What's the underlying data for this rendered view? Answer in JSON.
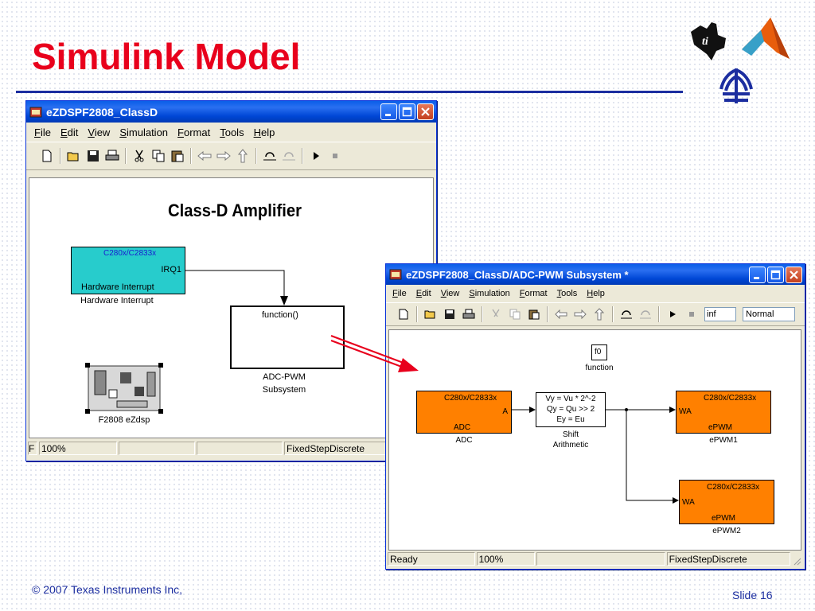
{
  "slide": {
    "title": "Simulink Model",
    "footer_left": "© 2007 Texas Instruments Inc,",
    "footer_right": "Slide 16"
  },
  "colors": {
    "title": "#e8001c",
    "rule": "#1c2ea0",
    "cyan_block": "#27cccc",
    "orange_block": "#ff8000",
    "xp_blue": "#0a5ee8"
  },
  "main_window": {
    "title": "eZDSPF2808_ClassD",
    "menu": [
      "File",
      "Edit",
      "View",
      "Simulation",
      "Format",
      "Tools",
      "Help"
    ],
    "toolbar_icons": [
      "new-icon",
      "open-icon",
      "save-icon",
      "print-icon",
      "cut-icon",
      "copy-icon",
      "paste-icon",
      "back-icon",
      "forward-icon",
      "up-icon",
      "undo-icon",
      "redo-icon",
      "play-icon",
      "stop-icon"
    ],
    "canvas": {
      "heading": "Class-D Amplifier",
      "hw_block": {
        "target": "C280x/C2833x",
        "port": "IRQ1",
        "inner": "Hardware Interrupt",
        "caption": "Hardware Interrupt"
      },
      "subsystem": {
        "port": "function()",
        "caption_line1": "ADC-PWM",
        "caption_line2": "Subsystem"
      },
      "board": {
        "caption": "F2808 eZdsp"
      }
    },
    "status": {
      "left_glyph": "F",
      "zoom": "100%",
      "blank": "",
      "solver": "FixedStepDiscrete"
    }
  },
  "sub_window": {
    "title": "eZDSPF2808_ClassD/ADC-PWM Subsystem *",
    "menu": [
      "File",
      "Edit",
      "View",
      "Simulation",
      "Format",
      "Tools",
      "Help"
    ],
    "stop_time": "inf",
    "sim_mode": "Normal",
    "canvas": {
      "trigger": {
        "text": "f0",
        "caption": "function"
      },
      "adc": {
        "target": "C280x/C2833x",
        "port": "A",
        "inner": "ADC",
        "caption": "ADC"
      },
      "shift": {
        "line1": "Vy = Vu * 2^-2",
        "line2": "Qy = Qu >> 2",
        "line3": "Ey = Eu",
        "caption_line1": "Shift",
        "caption_line2": "Arithmetic"
      },
      "epwm1": {
        "target": "C280x/C2833x",
        "port": "WA",
        "inner": "ePWM",
        "caption": "ePWM1"
      },
      "epwm2": {
        "target": "C280x/C2833x",
        "port": "WA",
        "inner": "ePWM",
        "caption": "ePWM2"
      }
    },
    "status": {
      "state": "Ready",
      "zoom": "100%",
      "blank": "",
      "solver": "FixedStepDiscrete"
    }
  }
}
